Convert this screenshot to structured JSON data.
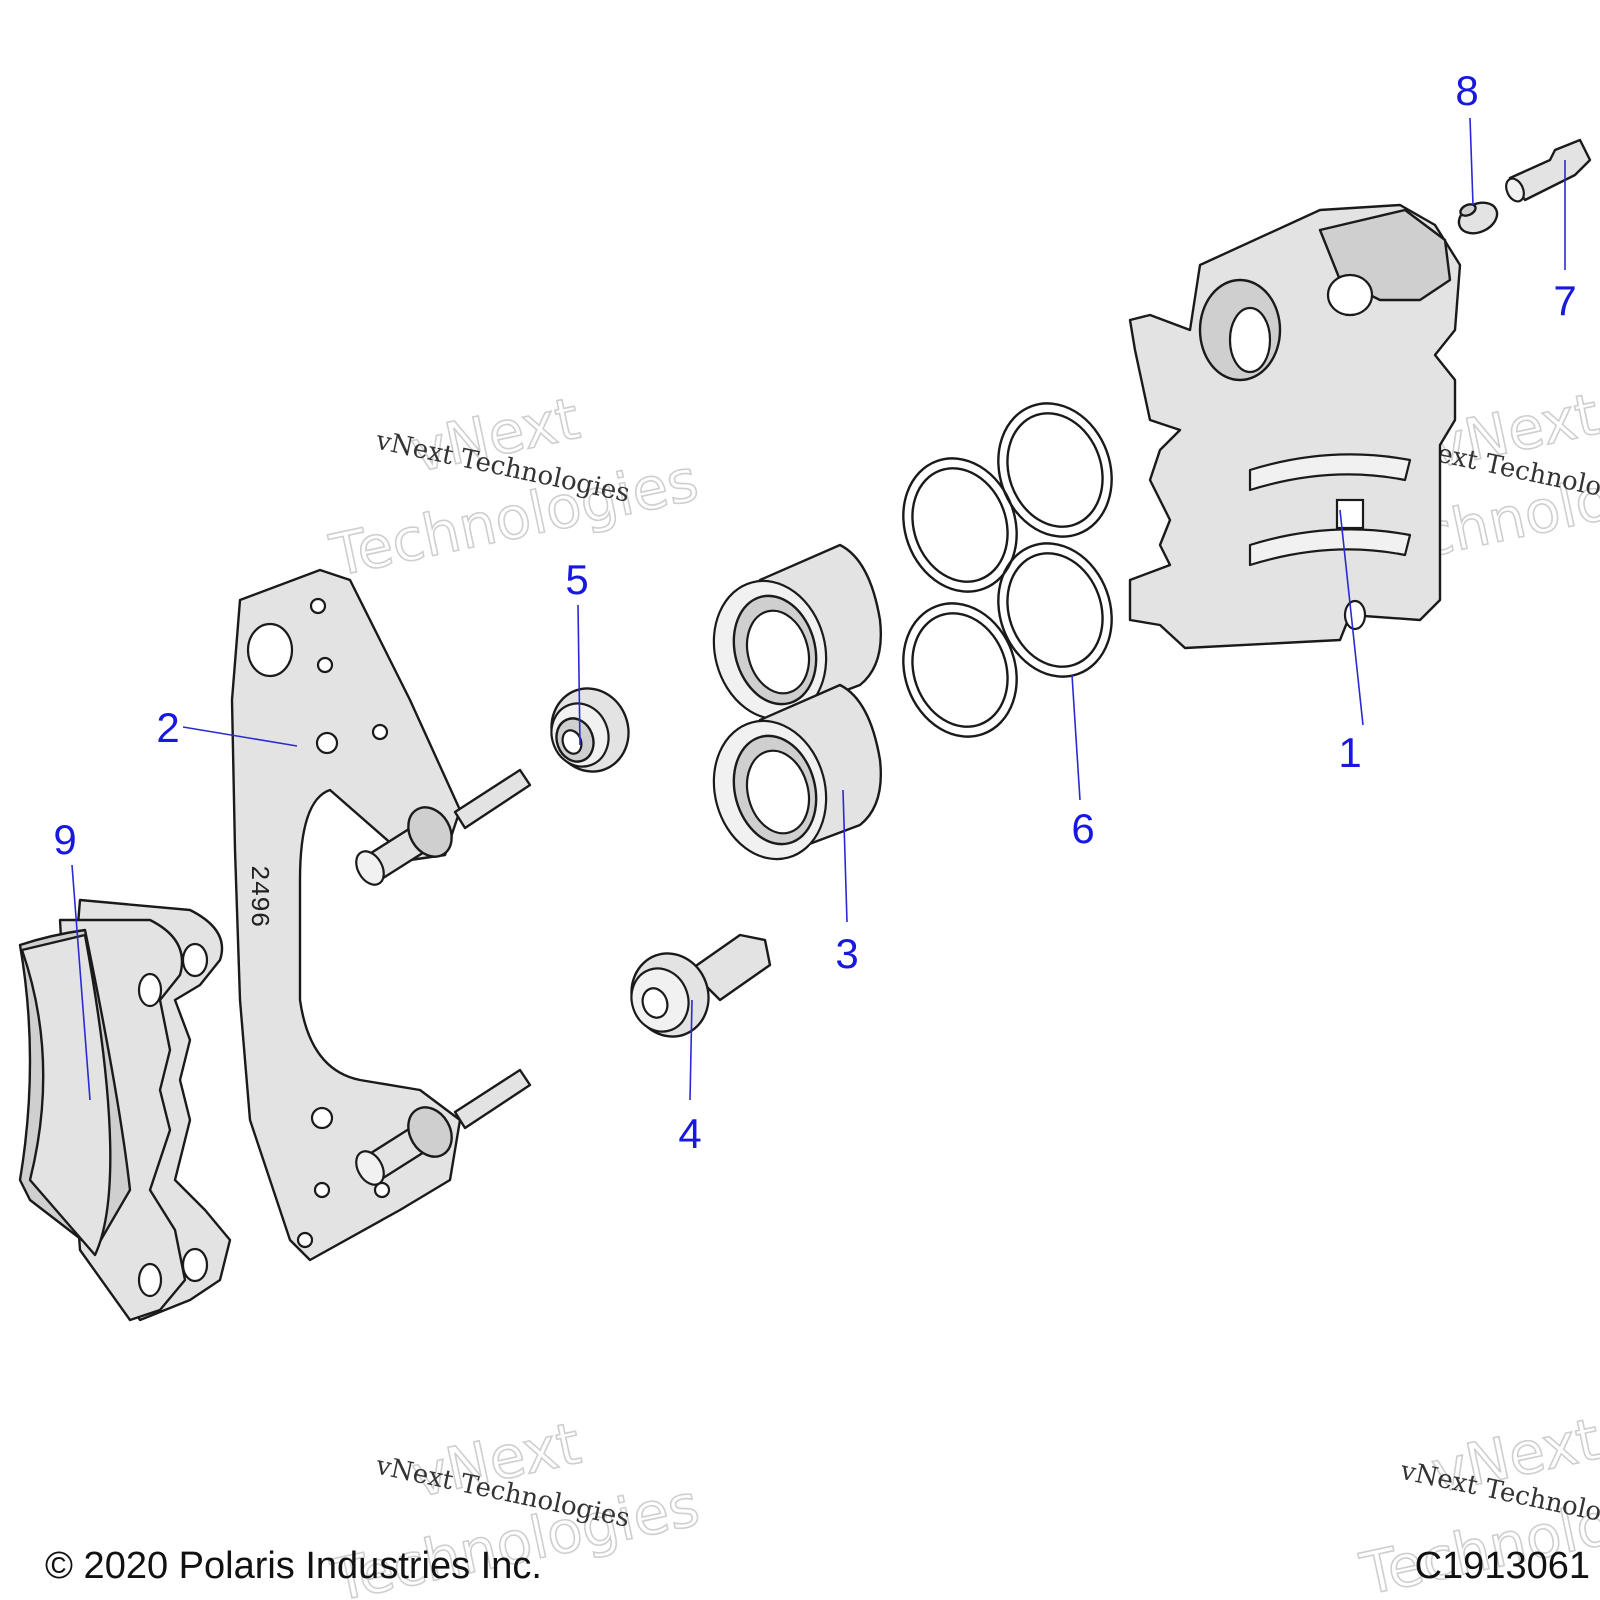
{
  "callouts": [
    {
      "id": "1",
      "label": "1"
    },
    {
      "id": "2",
      "label": "2"
    },
    {
      "id": "3",
      "label": "3"
    },
    {
      "id": "4",
      "label": "4"
    },
    {
      "id": "5",
      "label": "5"
    },
    {
      "id": "6",
      "label": "6"
    },
    {
      "id": "7",
      "label": "7"
    },
    {
      "id": "8",
      "label": "8"
    },
    {
      "id": "9",
      "label": "9"
    }
  ],
  "bracket_marking": "2496",
  "watermark": {
    "line1": "vNext",
    "line2": "Technologies",
    "caption": "vNext Technologies"
  },
  "footer": {
    "copyright": "© 2020 Polaris Industries Inc.",
    "figure_code": "C1913061"
  },
  "colors": {
    "callout": "#1818e0",
    "part_fill": "#e3e3e3",
    "outline": "#1a1a1a"
  }
}
